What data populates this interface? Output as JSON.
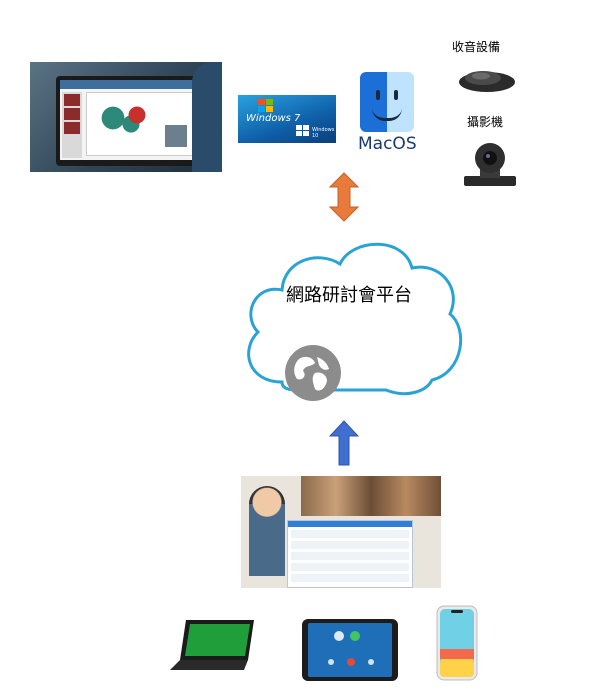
{
  "cloud": {
    "title": "網路研討會平台"
  },
  "devices": {
    "audio_label": "收音設備",
    "camera_label": "攝影機"
  },
  "os": {
    "windows7_text": "Windows 7",
    "windows10_text": "Windows 10",
    "mac_text": "MacOS"
  },
  "colors": {
    "cloud_stroke": "#29a3d6",
    "arrow_top": "#e87b3c",
    "arrow_bottom": "#3f6fd1",
    "globe": "#8c8c8c"
  }
}
